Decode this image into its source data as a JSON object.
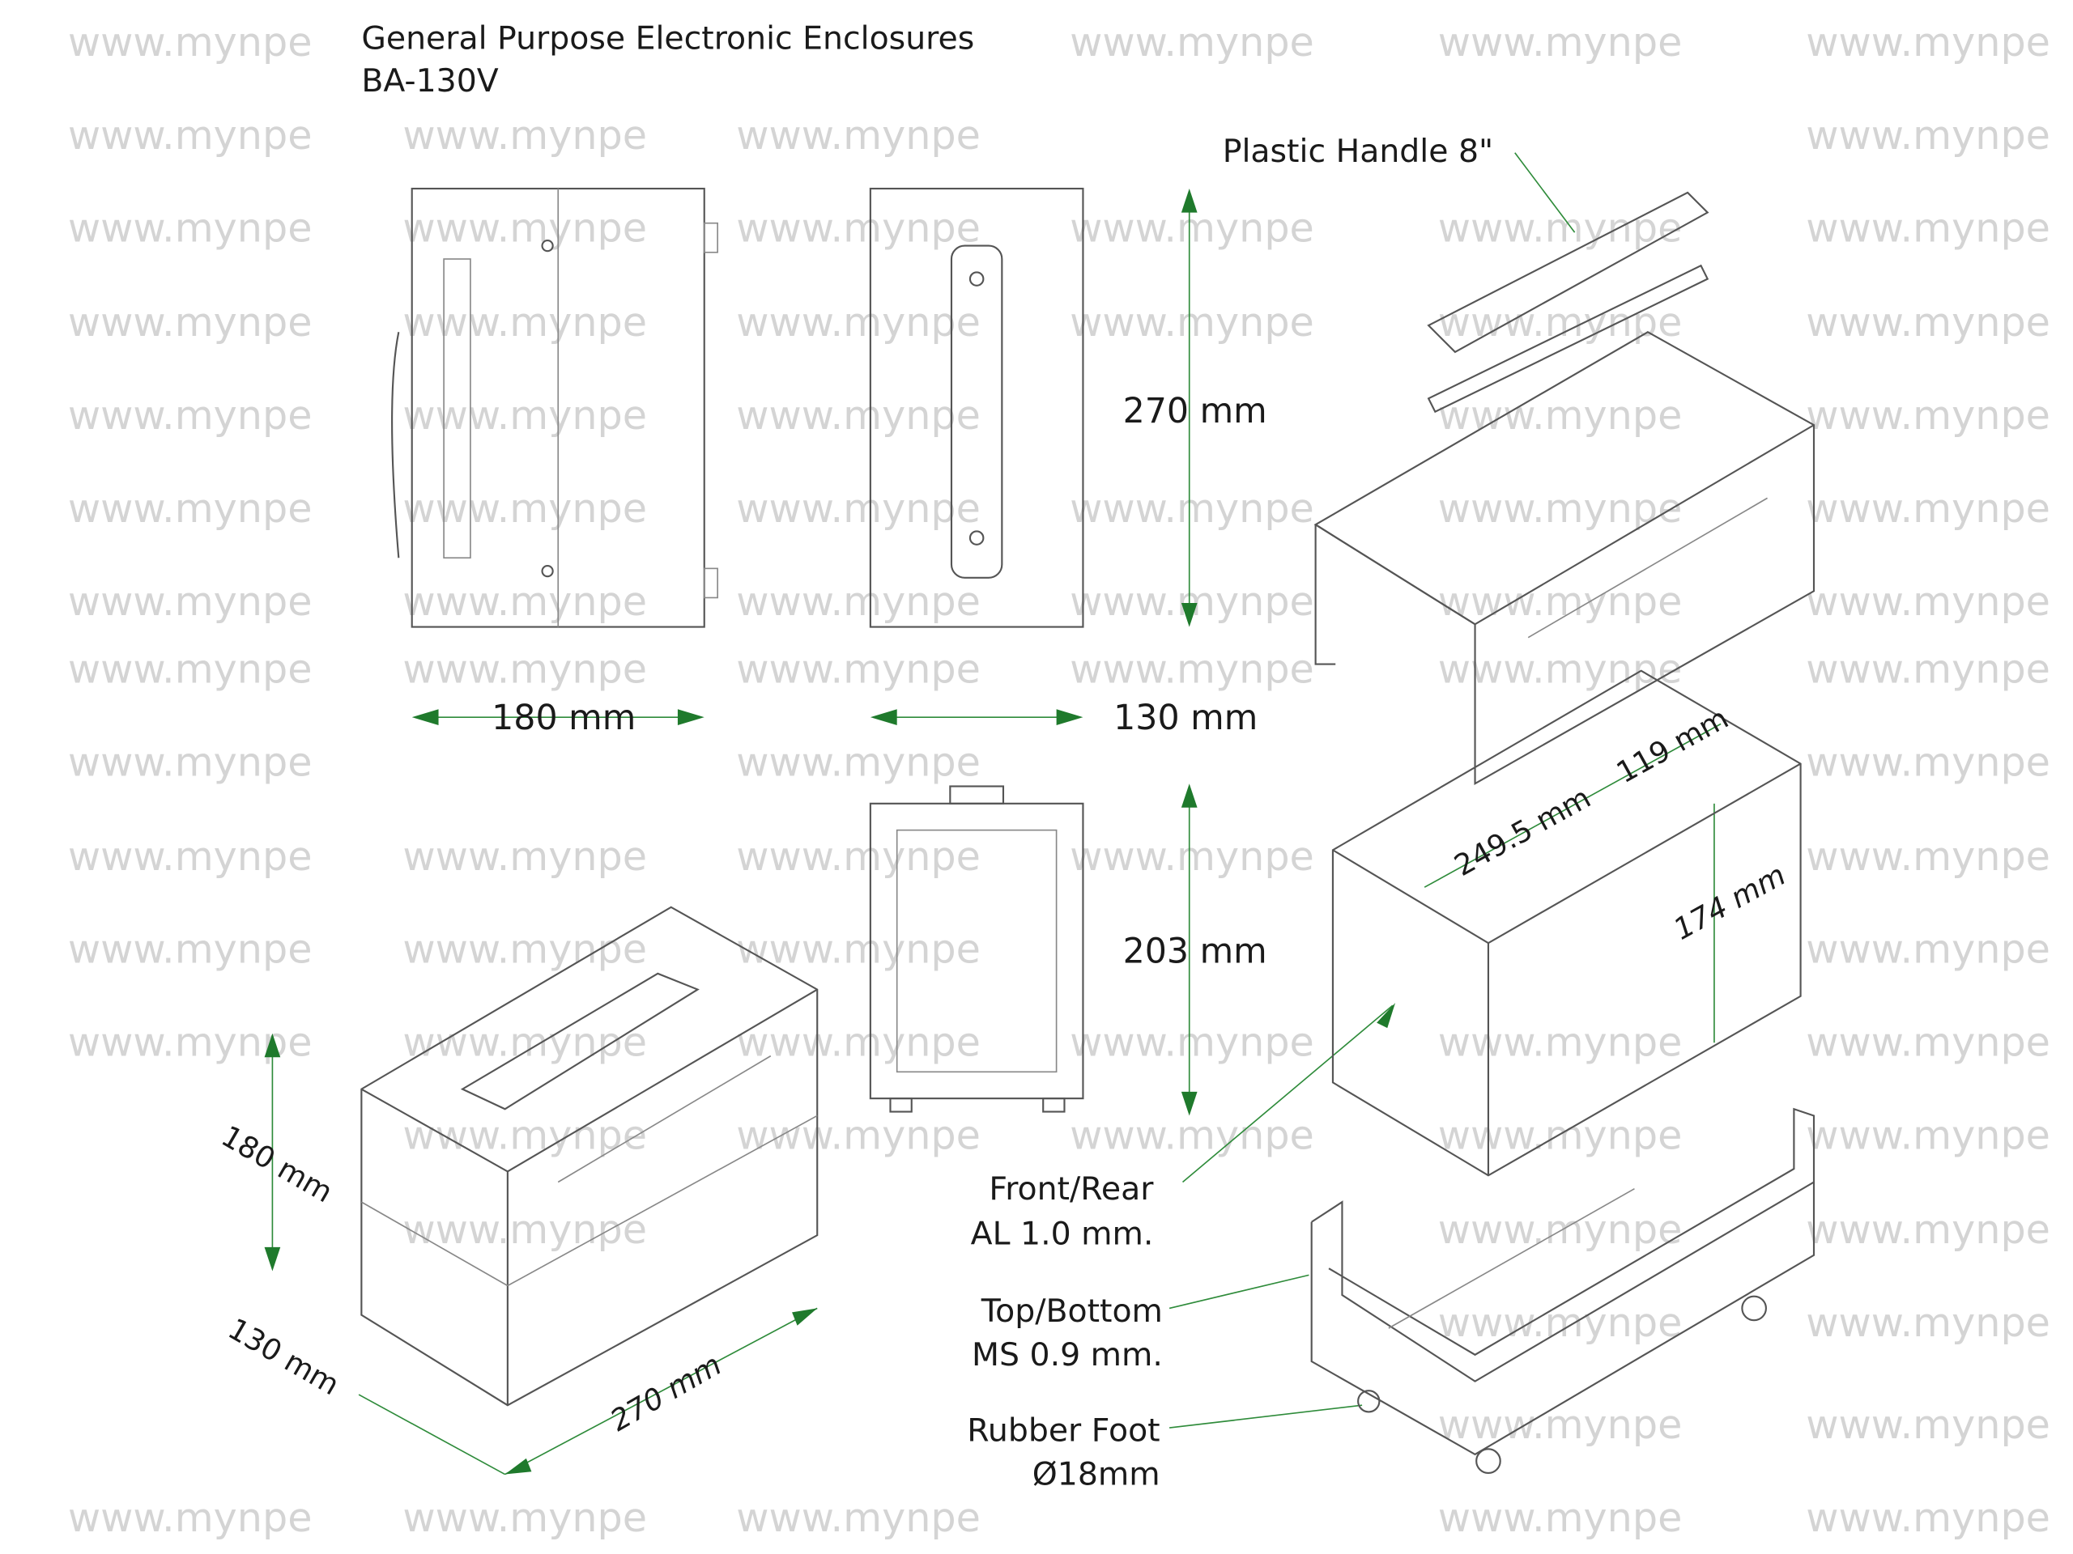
{
  "title": "General Purpose Electronic Enclosures",
  "model": "BA-130V",
  "watermark": "www.mynpe",
  "labels": {
    "handle": "Plastic Handle 8\"",
    "height_side": "270 mm",
    "width_side": "180 mm",
    "depth_front": "130 mm",
    "inner_height": "203 mm",
    "frame_length": "249.5 mm",
    "frame_width": "119 mm",
    "frame_height": "174 mm",
    "iso_height": "180 mm",
    "iso_depth": "130 mm",
    "iso_length": "270 mm",
    "front_rear_1": "Front/Rear",
    "front_rear_2": "AL 1.0 mm.",
    "top_bottom_1": "Top/Bottom",
    "top_bottom_2": "MS 0.9 mm.",
    "foot_1": "Rubber Foot",
    "foot_2": "Ø18mm"
  },
  "colors": {
    "dimension": "#1f7a2c",
    "watermark": "#d4d4d4"
  }
}
